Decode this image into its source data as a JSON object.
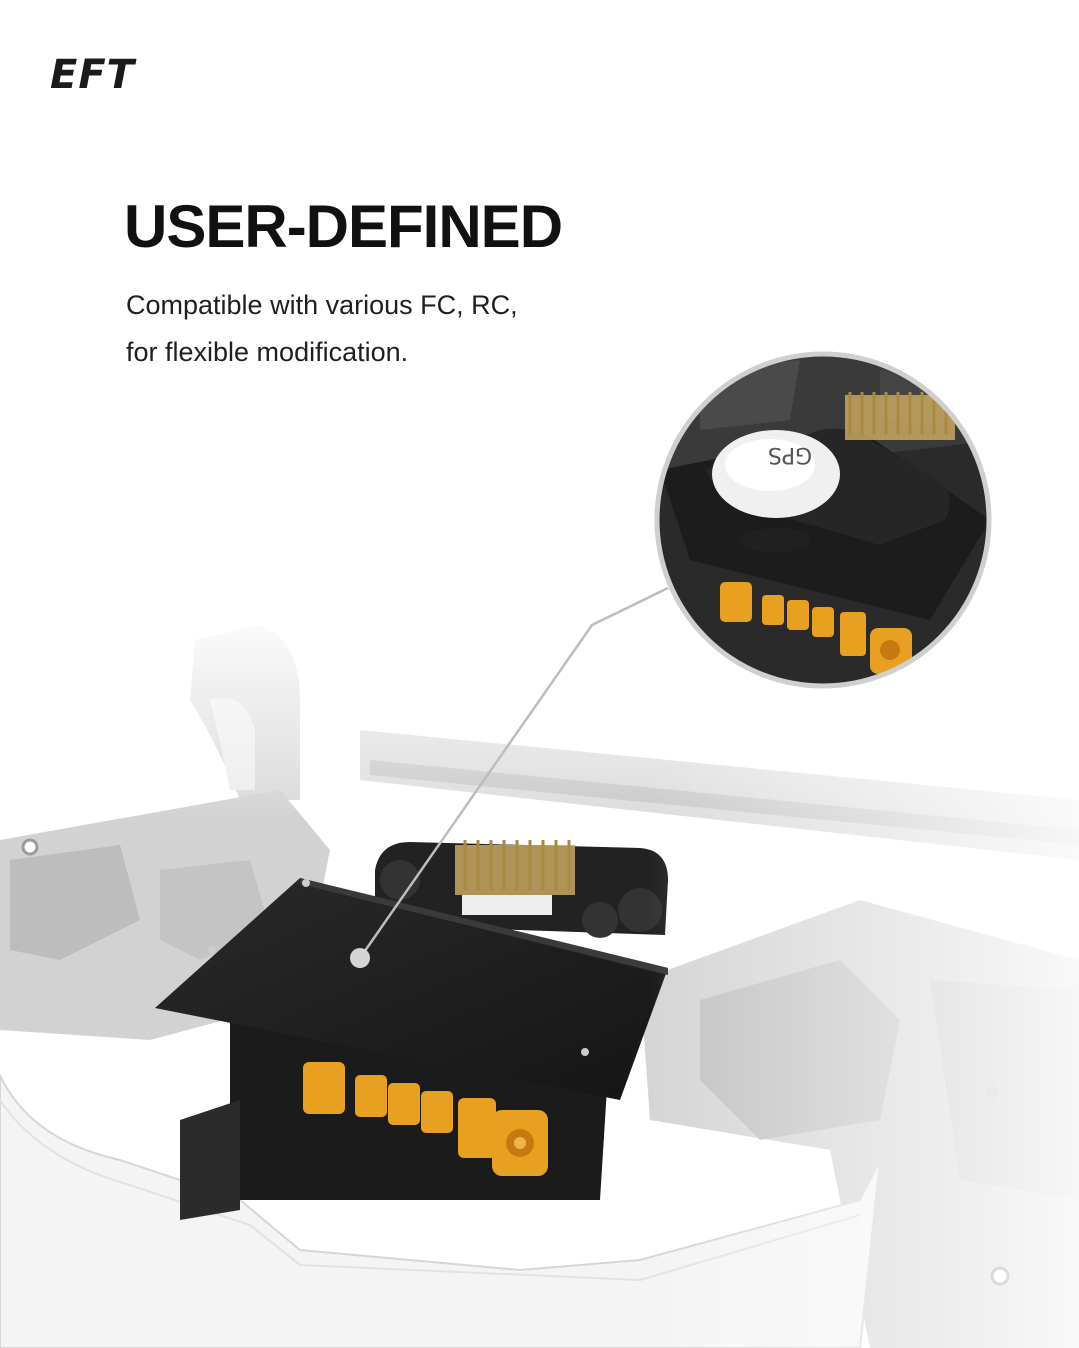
{
  "brand": {
    "logo_text": "EFT"
  },
  "headline": "USER-DEFINED",
  "subtext": {
    "line1": "Compatible with various FC, RC,",
    "line2": "for flexible modification."
  },
  "callout": {
    "gps_label": "GPS"
  },
  "colors": {
    "text": "#111111",
    "board": "#1e1e1e",
    "connector": "#e8a020",
    "frame": "#d8d8d8",
    "callout_line": "#bdbdbd"
  }
}
